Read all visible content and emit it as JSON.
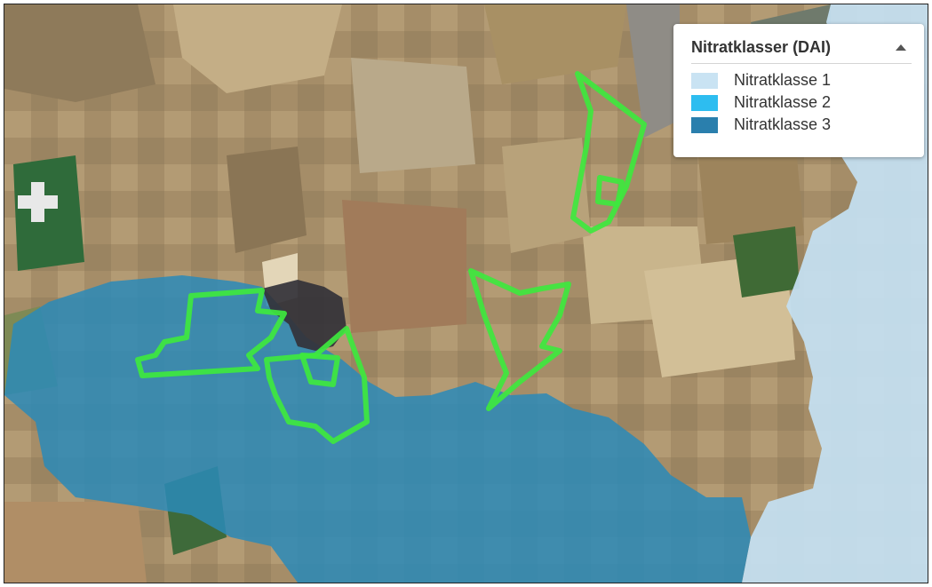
{
  "legend": {
    "title": "Nitratklasser (DAI)",
    "collapsed": false,
    "items": [
      {
        "label": "Nitratklasse 1",
        "color": "#c9e3f3"
      },
      {
        "label": "Nitratklasse 2",
        "color": "#2dbdf0"
      },
      {
        "label": "Nitratklasse 3",
        "color": "#2a7fad"
      }
    ]
  },
  "map": {
    "basemap": "aerial-imagery",
    "overlay_colors": {
      "nitratklasse_1": "#c4dff0",
      "nitratklasse_3": "#2a8ab8",
      "parcel_outline": "#3ee83e",
      "dark_patch": "#333238"
    }
  }
}
